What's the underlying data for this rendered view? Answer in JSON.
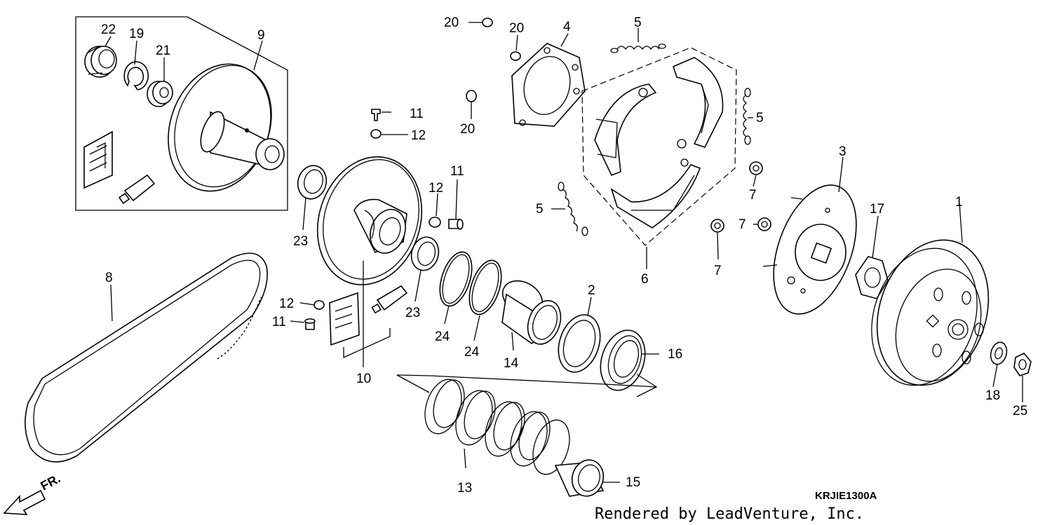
{
  "callouts": [
    {
      "id": "c1",
      "text": "1"
    },
    {
      "id": "c2",
      "text": "2"
    },
    {
      "id": "c3",
      "text": "3"
    },
    {
      "id": "c4",
      "text": "4"
    },
    {
      "id": "c5a",
      "text": "5"
    },
    {
      "id": "c5b",
      "text": "5"
    },
    {
      "id": "c5c",
      "text": "5"
    },
    {
      "id": "c6",
      "text": "6"
    },
    {
      "id": "c7a",
      "text": "7"
    },
    {
      "id": "c7b",
      "text": "7"
    },
    {
      "id": "c7c",
      "text": "7"
    },
    {
      "id": "c8",
      "text": "8"
    },
    {
      "id": "c9",
      "text": "9"
    },
    {
      "id": "c10",
      "text": "10"
    },
    {
      "id": "c11a",
      "text": "11"
    },
    {
      "id": "c11b",
      "text": "11"
    },
    {
      "id": "c11c",
      "text": "11"
    },
    {
      "id": "c12a",
      "text": "12"
    },
    {
      "id": "c12b",
      "text": "12"
    },
    {
      "id": "c12c",
      "text": "12"
    },
    {
      "id": "c13",
      "text": "13"
    },
    {
      "id": "c14",
      "text": "14"
    },
    {
      "id": "c15",
      "text": "15"
    },
    {
      "id": "c16",
      "text": "16"
    },
    {
      "id": "c17",
      "text": "17"
    },
    {
      "id": "c18",
      "text": "18"
    },
    {
      "id": "c19",
      "text": "19"
    },
    {
      "id": "c20a",
      "text": "20"
    },
    {
      "id": "c20b",
      "text": "20"
    },
    {
      "id": "c20c",
      "text": "20"
    },
    {
      "id": "c21",
      "text": "21"
    },
    {
      "id": "c22",
      "text": "22"
    },
    {
      "id": "c23a",
      "text": "23"
    },
    {
      "id": "c23b",
      "text": "23"
    },
    {
      "id": "c24a",
      "text": "24"
    },
    {
      "id": "c24b",
      "text": "24"
    },
    {
      "id": "c25",
      "text": "25"
    }
  ],
  "direction_label": "FR.",
  "diagram_code": "KRJIE1300A",
  "footer_text": "Rendered by LeadVenture, Inc."
}
